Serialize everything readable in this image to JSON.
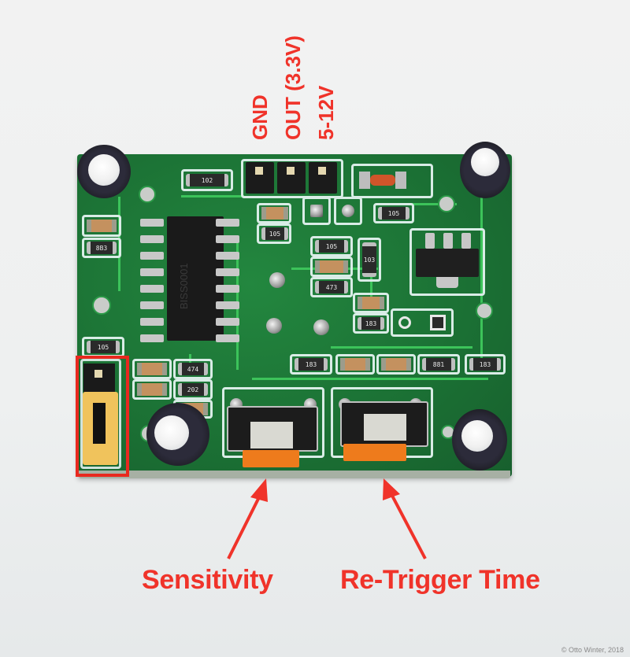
{
  "figure": {
    "subject": "PIR motion sensor module PCB (top view)",
    "pin_labels": [
      {
        "id": "gnd",
        "text": "GND"
      },
      {
        "id": "out",
        "text": "OUT (3.3V)"
      },
      {
        "id": "vcc",
        "text": "5-12V"
      }
    ],
    "annotations": [
      {
        "id": "sensitivity",
        "text": "Sensitivity",
        "target": "left potentiometer"
      },
      {
        "id": "retrigger",
        "text": "Re-Trigger Time",
        "target": "right potentiometer"
      }
    ],
    "highlight": {
      "id": "trigger-jumper",
      "target": "yellow jumper (trigger mode select)"
    },
    "ic_marking": "BISS0001",
    "component_markings": {
      "r_top": "102",
      "r_left_1": "8B3",
      "r_left_2": "105",
      "r_mid_1": "105",
      "r_mid_2": "105",
      "r_mid_3": "105",
      "r_vert": "103",
      "r_mid_4": "473",
      "r_mid_5": "183",
      "r_row_1": "183",
      "r_row_2": "881",
      "r_row_3": "183",
      "r_bl_1": "474",
      "r_bl_2": "202"
    },
    "credit": "© Otto Winter, 2018",
    "colors": {
      "annotation_red": "#f0332a",
      "pcb_green": "#1e7a3a",
      "pot_orange": "#ee7b1c",
      "jumper_yellow": "#f0c35c",
      "background": "#f0f1f1"
    }
  }
}
